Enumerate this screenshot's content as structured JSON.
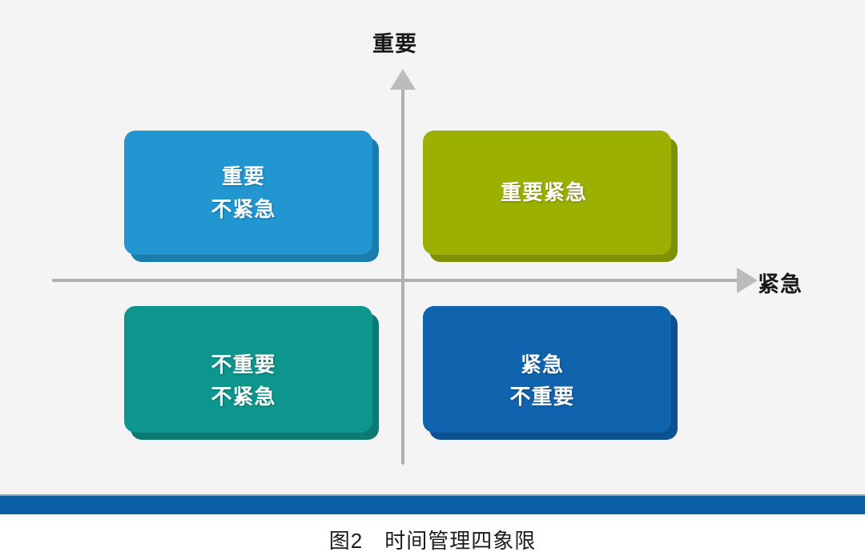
{
  "figure": {
    "background_color": "#f4f4f4",
    "caption": "图2　时间管理四象限",
    "footer_bar_color": "#0b5fa5"
  },
  "axes": {
    "vertical_label": "重要",
    "horizontal_label": "紧急",
    "axis_color": "#b0b0b0",
    "vertical_arrow_icon": "arrow-up-icon",
    "horizontal_arrow_icon": "arrow-right-icon"
  },
  "quadrants": [
    {
      "id": "important-not-urgent",
      "position": "top-left",
      "lines": [
        "重要",
        "不紧急"
      ],
      "color": "#2196d0",
      "shadow_color": "#1b7cae"
    },
    {
      "id": "important-urgent",
      "position": "top-right",
      "lines": [
        "重要紧急"
      ],
      "color": "#9bb000",
      "shadow_color": "#7f9000"
    },
    {
      "id": "not-important-not-urgent",
      "position": "bottom-left",
      "lines": [
        "不重要",
        "不紧急"
      ],
      "color": "#0d968d",
      "shadow_color": "#0a7a73"
    },
    {
      "id": "urgent-not-important",
      "position": "bottom-right",
      "lines": [
        "紧急",
        "不重要"
      ],
      "color": "#1063ad",
      "shadow_color": "#0c5190"
    }
  ]
}
